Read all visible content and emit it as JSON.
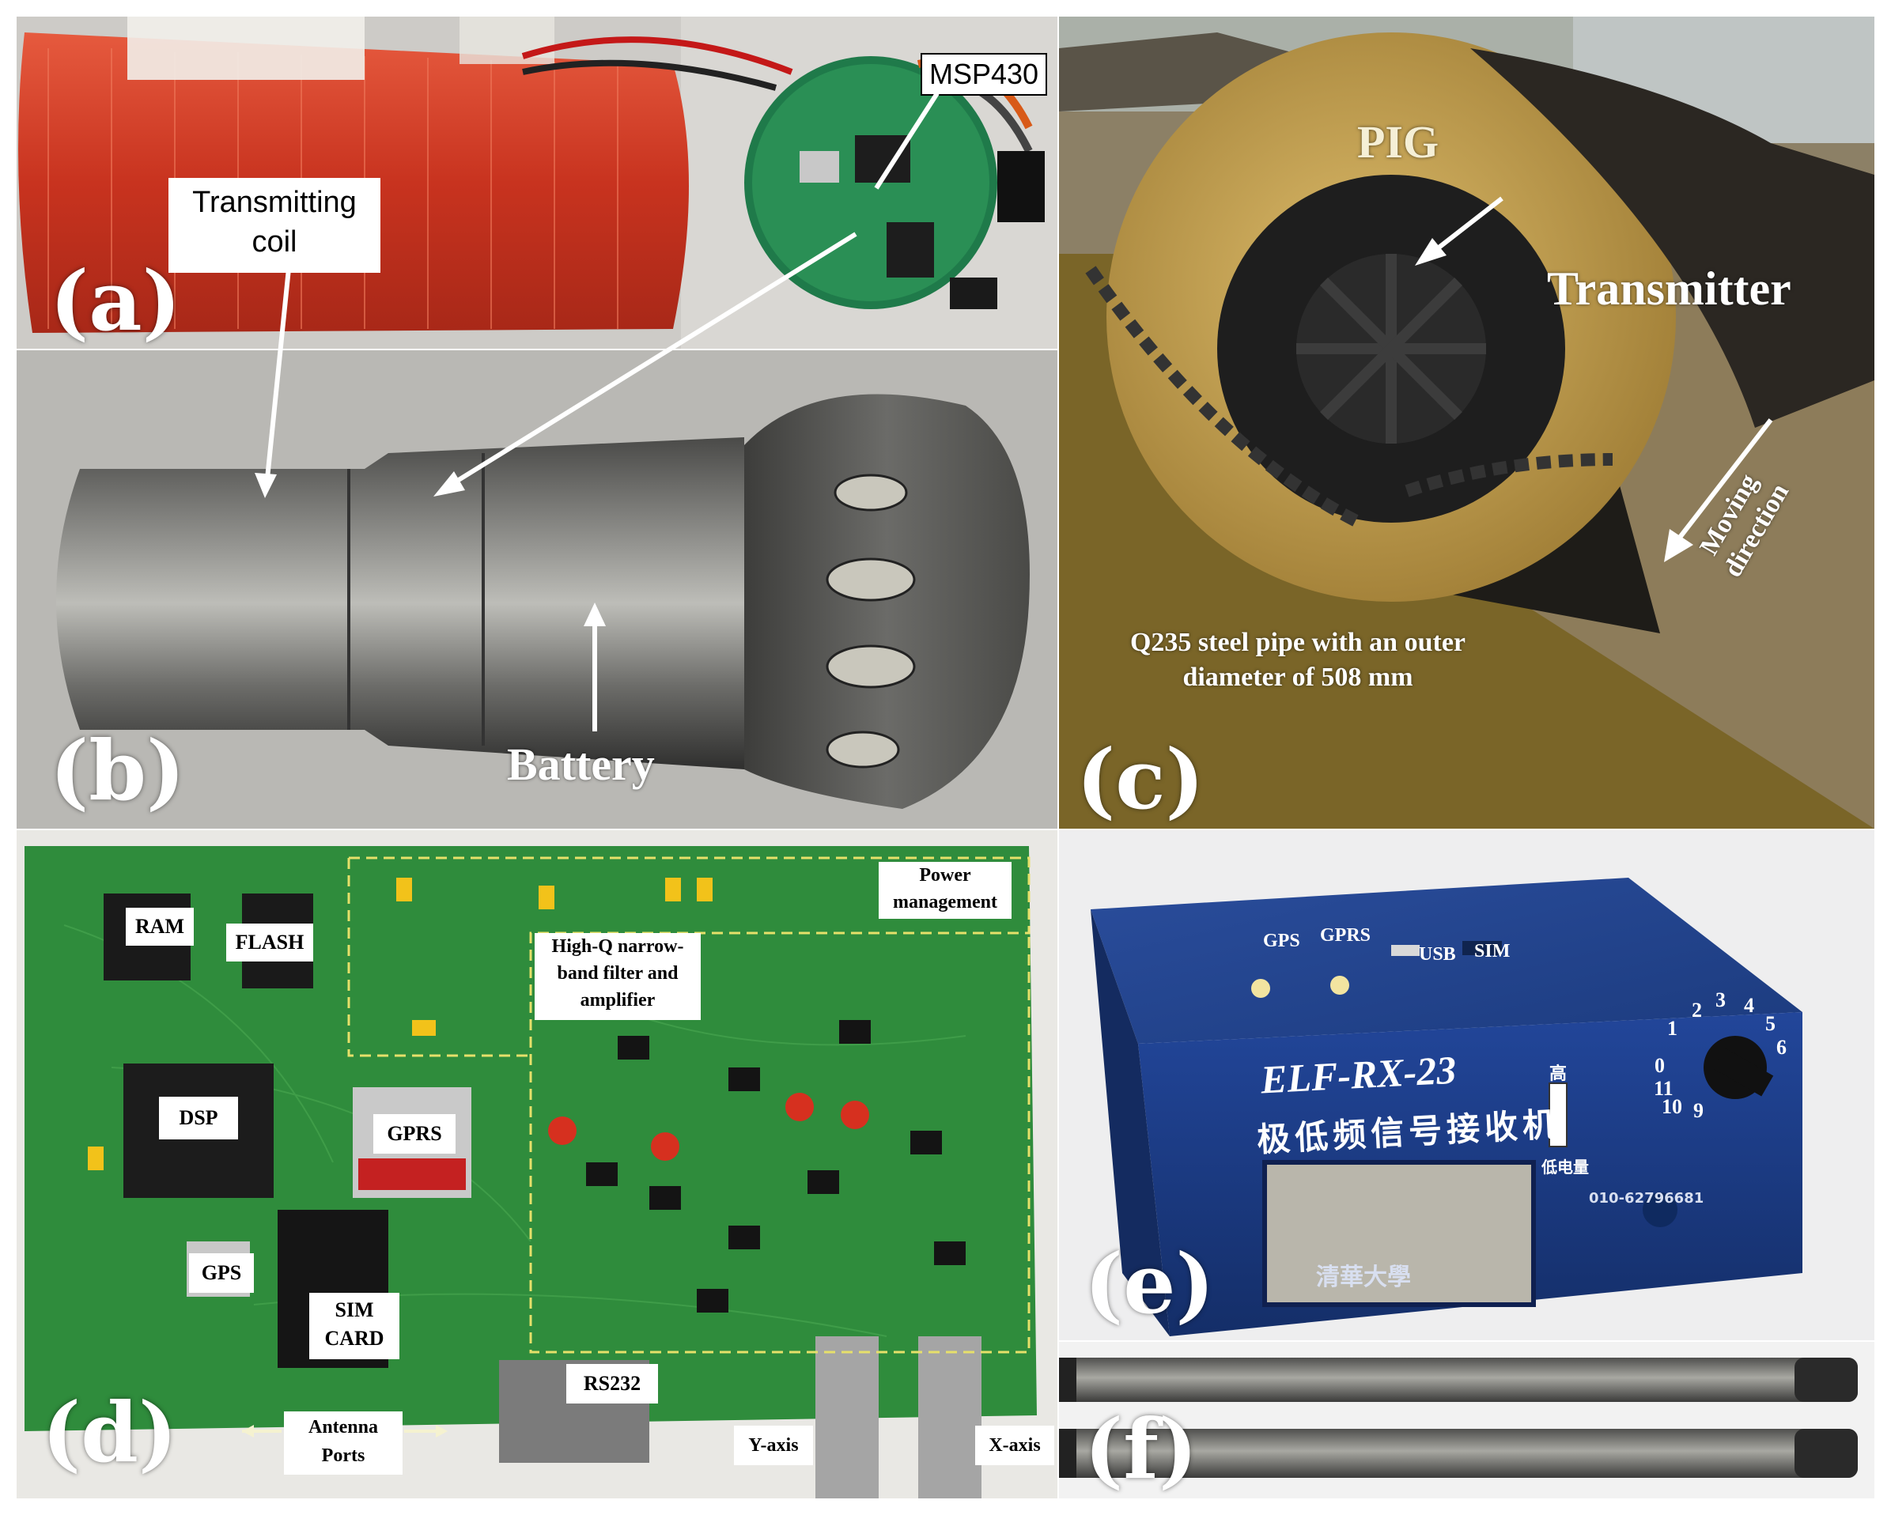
{
  "panel_a": {
    "label": "(a)",
    "coil_label_line1": "Transmitting",
    "coil_label_line2": "coil",
    "mcu_label": "MSP430"
  },
  "panel_b": {
    "label": "(b)",
    "battery_label": "Battery"
  },
  "panel_c": {
    "label": "(c)",
    "pig_label": "PIG",
    "transmitter_label": "Transmitter",
    "moving_line1": "Moving",
    "moving_line2": "direction",
    "pipe_line1": "Q235 steel pipe with an outer",
    "pipe_line2": "diameter of 508 mm"
  },
  "panel_d": {
    "label": "(d)",
    "ram": "RAM",
    "flash": "FLASH",
    "power_line1": "Power",
    "power_line2": "management",
    "filter_line1": "High-Q narrow-",
    "filter_line2": "band filter and",
    "filter_line3": "amplifier",
    "dsp": "DSP",
    "gprs": "GPRS",
    "gps": "GPS",
    "sim_line1": "SIM",
    "sim_line2": "CARD",
    "rs232": "RS232",
    "antenna_line1": "Antenna",
    "antenna_line2": "Ports",
    "y_axis": "Y-axis",
    "x_axis": "X-axis"
  },
  "panel_e": {
    "label": "(e)",
    "gps": "GPS",
    "gprs": "GPRS",
    "usb": "USB",
    "sim": "SIM",
    "model": "ELF-RX-23",
    "chinese_name": "极低频信号接收机",
    "dial_numbers": [
      "0",
      "1",
      "2",
      "3",
      "4",
      "5",
      "6",
      "9",
      "10",
      "11"
    ],
    "high_char": "高",
    "low_battery": "低电量",
    "phone": "010-62796681",
    "university": "清華大學"
  },
  "panel_f": {
    "label": "(f)"
  },
  "colors": {
    "pcb_green": "#2f8c3c",
    "device_blue": "#1d3f86",
    "coil_red": "#d8402a",
    "steel_gray": "#6e6e6c",
    "pig_yellow": "#c9a451"
  }
}
